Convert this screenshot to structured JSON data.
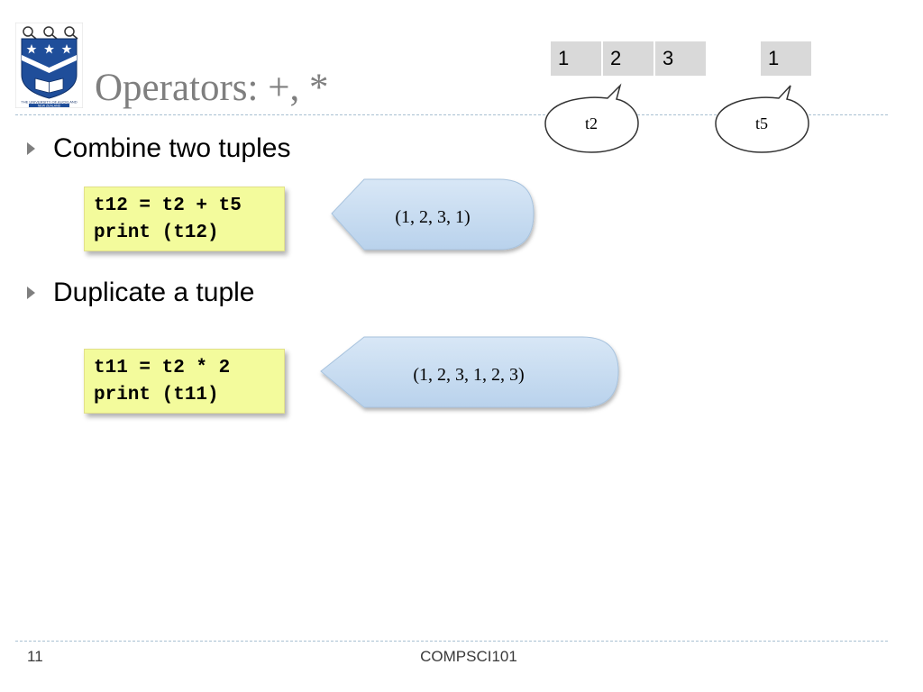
{
  "slide": {
    "title": "Operators: +, *",
    "page_number": "11",
    "course": "COMPSCI101"
  },
  "logo": {
    "name": "university-crest",
    "caption_line1": "THE UNIVERSITY OF AUCKLAND",
    "caption_line2": "NEW ZEALAND"
  },
  "tuples": {
    "t2": {
      "cells": [
        "1",
        "2",
        "3"
      ],
      "label": "t2"
    },
    "t5": {
      "cells": [
        "1"
      ],
      "label": "t5"
    }
  },
  "sections": [
    {
      "bullet": "Combine two tuples",
      "code_line1": "t12 = t2 + t5",
      "code_line2": "print (t12)",
      "output": "(1, 2, 3, 1)"
    },
    {
      "bullet": "Duplicate a tuple",
      "code_line1": "t11 = t2 * 2",
      "code_line2": "print (t11)",
      "output": "(1, 2, 3, 1, 2, 3)"
    }
  ],
  "colors": {
    "title": "#7f7f7f",
    "code_bg": "#f3fb9c",
    "callout_fill": "#c5daf0",
    "cell_bg": "#d9d9d9",
    "crest_blue": "#1f4e9a"
  }
}
